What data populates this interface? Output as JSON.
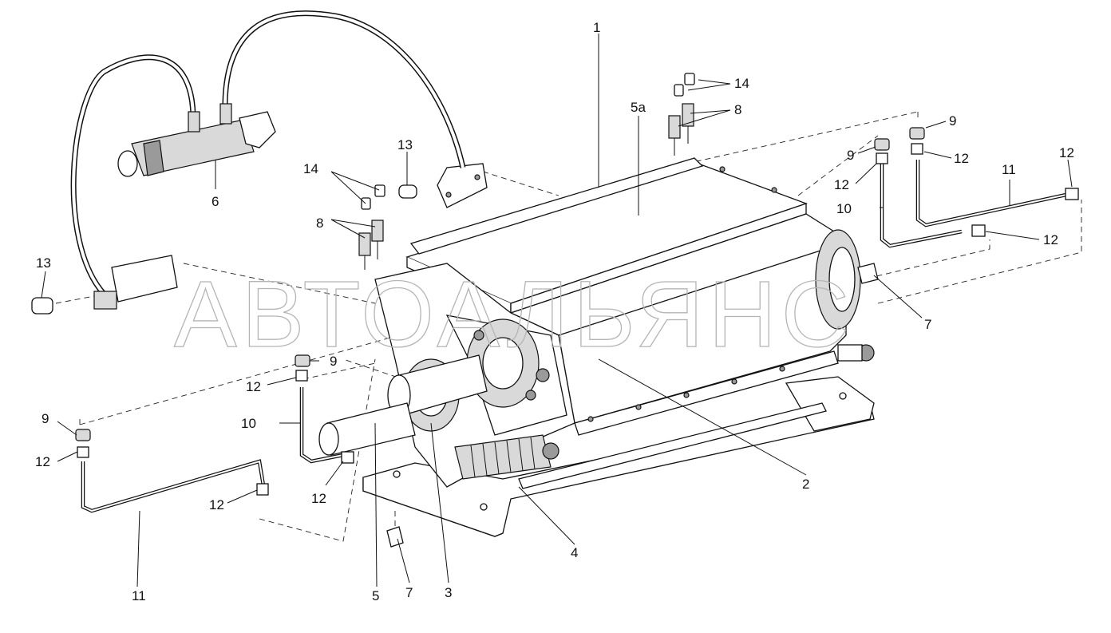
{
  "watermark": "АВТОАЛЬЯНС",
  "callouts": {
    "c1": "1",
    "c5a": "5а",
    "c14_top": "14",
    "c8_top": "8",
    "c13_top": "13",
    "c14_left": "14",
    "c8_left": "8",
    "c6": "6",
    "c13_left": "13",
    "c9_r1": "9",
    "c9_r2": "9",
    "c12_r1": "12",
    "c12_r2": "12",
    "c12_r3": "12",
    "c12_r4": "12",
    "c11_r": "11",
    "c10_r": "10",
    "c7_r": "7",
    "c9_l1": "9",
    "c12_l1": "12",
    "c10_l": "10",
    "c9_l2": "9",
    "c12_l2": "12",
    "c12_l3": "12",
    "c12_l4": "12",
    "c11_l": "11",
    "c5": "5",
    "c7_b": "7",
    "c3": "3",
    "c4": "4",
    "c2": "2"
  },
  "colors": {
    "line": "#111111",
    "watermark": "#b5b5b5",
    "background": "#ffffff"
  }
}
